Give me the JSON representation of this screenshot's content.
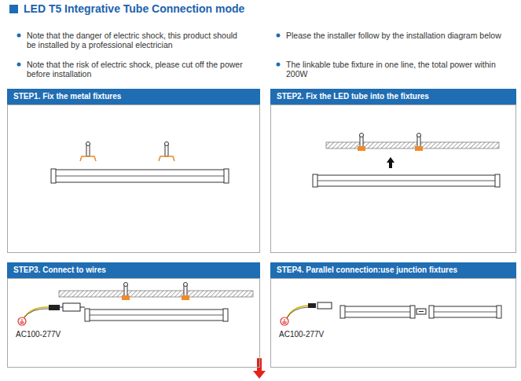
{
  "diagram": {
    "title": "LED T5 Integrative Tube  Connection mode",
    "nodes": [
      {
        "text": [
          "STEP1. Fix the metal fixtures"
        ]
      },
      {
        "text": [
          "STEP2. Fix the LED tube into the fixtures"
        ]
      },
      {
        "text": [
          "STEP3. Connect to wires"
        ]
      },
      {
        "text": [
          "STEP4. Parallel connection:use junction fixtures"
        ]
      }
    ],
    "labels": [
      "Note that the danger of electric shock, this product should be installed by a professional electrician",
      "Note that the risk of electric shock, please cut off the power before installation",
      "Please the installer follow by the installation diagram below",
      "The linkable tube fixture in one line, the total power within 200W",
      "AC100-277V",
      "AC100-277V"
    ]
  }
}
